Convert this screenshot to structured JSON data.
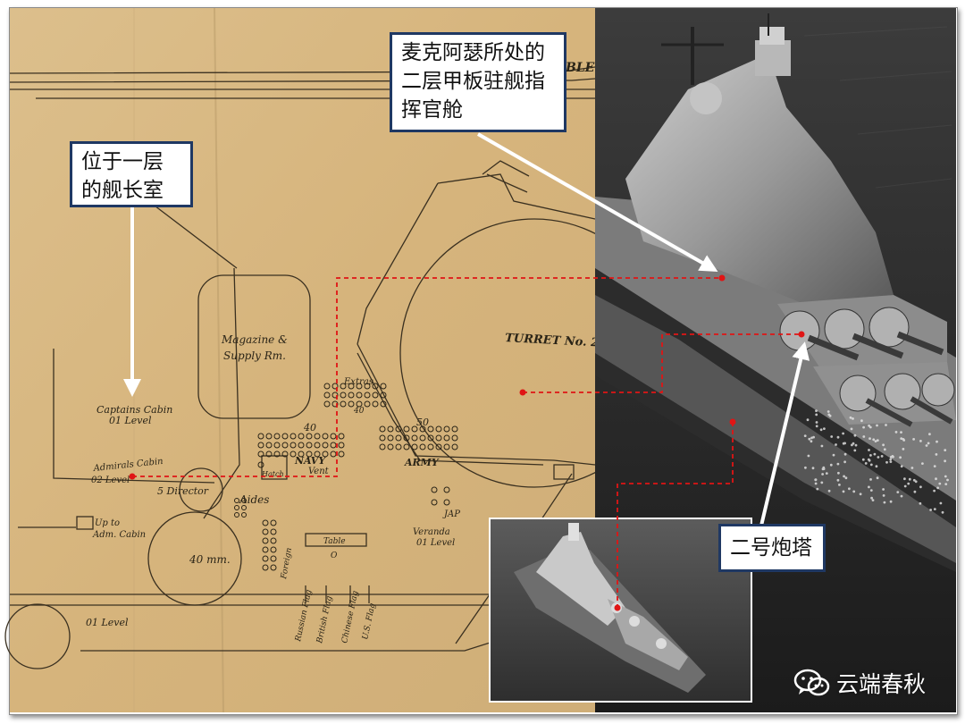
{
  "callouts": {
    "macarthur_cabin": "麦克阿瑟所处的\n二层甲板驻舰指\n挥官舱",
    "captain_cabin": "位于一层\n的舰长室",
    "turret": "二号炮塔"
  },
  "blueprint_labels": {
    "magazine": "Magazine &",
    "supply": "Supply Rm.",
    "turret": "TURRET No. 2",
    "captains_cabin": "Captains Cabin",
    "captains_level": "01 Level",
    "admirals_cabin": "Admirals Cabin",
    "admirals_level": "02 Level",
    "director": "5 Director",
    "aides": "Aides",
    "extras": "Extras",
    "extras_num": "40",
    "num_40": "40",
    "num_50": "50",
    "navy": "NAVY",
    "army": "ARMY",
    "vent": "Vent",
    "hatch": "Hatch",
    "forty_mm": "40 mm.",
    "table": "Table",
    "table_o": "O",
    "jap": "JAP",
    "veranda": "Veranda",
    "veranda_level": "01 Level",
    "up_to": "Up to",
    "adm_cabin": "Adm. Cabin",
    "level_01": "01 Level",
    "russian_flag": "Russian Flag",
    "british_flag": "British Flag",
    "chinese_flag": "Chinese Flag",
    "us_flag": "U.S. Flag",
    "foreign": "Foreign",
    "corner_ble": "BLE"
  },
  "watermark": {
    "text": "云端春秋",
    "icon": "wechat-icon"
  },
  "colors": {
    "paper": "#d9b982",
    "callout_border": "#1f3863",
    "leader_line": "#e01515"
  }
}
